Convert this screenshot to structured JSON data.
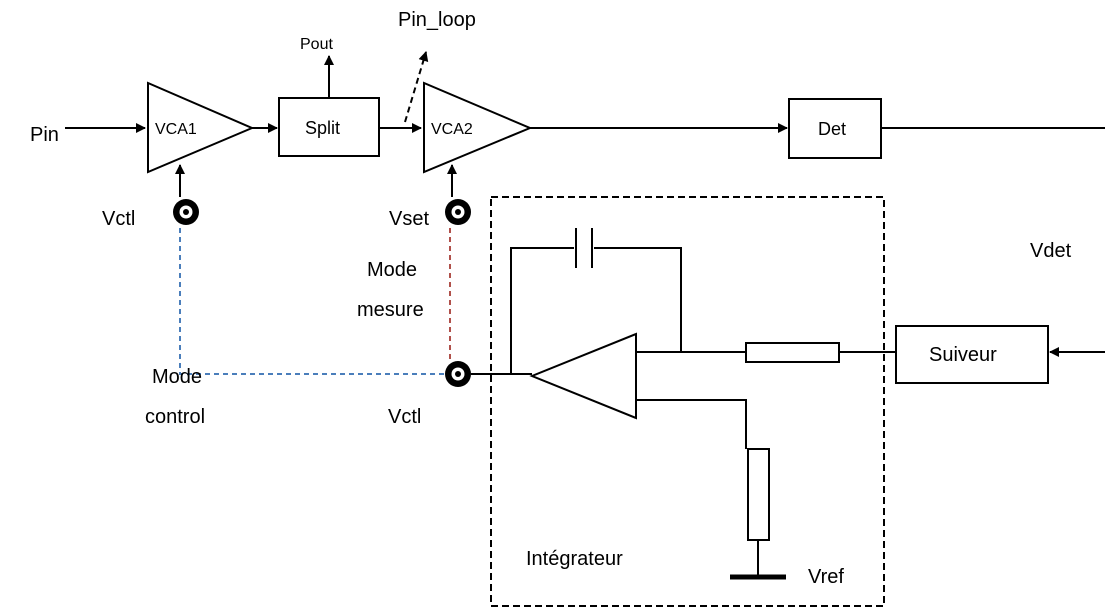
{
  "labels": {
    "pin": "Pin",
    "pout": "Pout",
    "pin_loop": "Pin_loop",
    "vca1": "VCA1",
    "split": "Split",
    "vca2": "VCA2",
    "det": "Det",
    "vctl_left": "Vctl",
    "vset": "Vset",
    "vdet": "Vdet",
    "mode_mesure_line1": "Mode",
    "mode_mesure_line2": "mesure",
    "mode_control_line1": "Mode",
    "mode_control_line2": "control",
    "vctl_bottom": "Vctl",
    "suiveur": "Suiveur",
    "integrateur": "Intégrateur",
    "vref": "Vref"
  },
  "colors": {
    "wire": "#000000",
    "mode_control_link": "#4a7ebb",
    "mode_mesure_link": "#b0504a"
  }
}
